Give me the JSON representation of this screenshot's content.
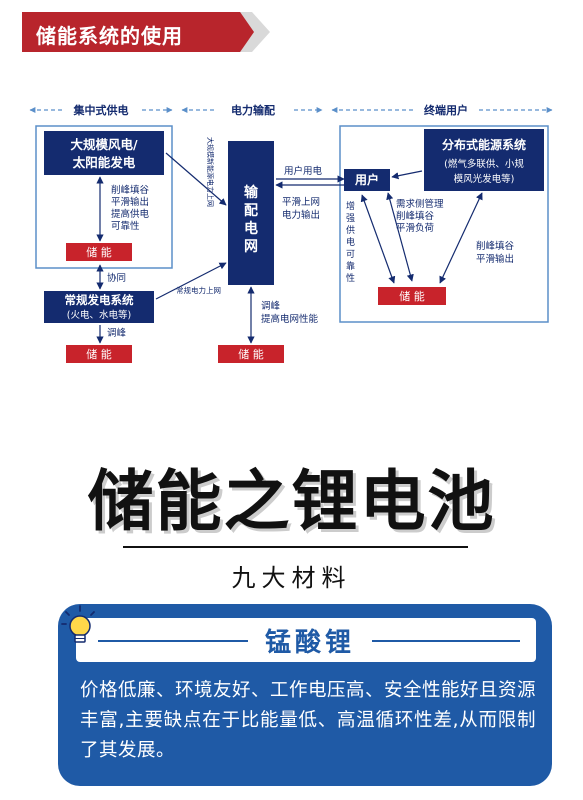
{
  "header": {
    "title": "储能系统的使用"
  },
  "diagram": {
    "sections": [
      "集中式供电",
      "电力输配",
      "终端用户"
    ],
    "nodes": {
      "large_scale": [
        "大规模风电/",
        "太阳能发电"
      ],
      "conventional": [
        "常规发电系统",
        "(火电、水电等)"
      ],
      "grid": [
        "输",
        "配",
        "电",
        "网"
      ],
      "user": "用户",
      "distributed": [
        "分布式能源系统",
        "(燃气多联供、小规",
        "模风光发电等)"
      ],
      "storage": "储 能"
    },
    "labels": {
      "large_benefit": [
        "削峰填谷",
        "平滑输出",
        "提高供电",
        "可靠性"
      ],
      "coordination": "协同",
      "peak_shaving": "调峰",
      "large_to_grid": [
        "大规模新能源电力上网"
      ],
      "conventional_to_grid": "常规电力上网",
      "grid_benefit": [
        "调峰",
        "提高电网性能"
      ],
      "user_power": "用户用电",
      "grid_upload": [
        "平滑上网",
        "电力输出"
      ],
      "demand_side": [
        "需求侧管理",
        "削峰填谷",
        "平滑负荷"
      ],
      "user_reliability": [
        "增",
        "强",
        "供",
        "电",
        "可",
        "靠",
        "性"
      ],
      "distributed_benefit": [
        "削峰填谷",
        "平滑输出"
      ]
    }
  },
  "title": "储能之锂电池",
  "subtitle": "九大材料",
  "card": {
    "title": "锰酸锂",
    "body": "价格低廉、环境友好、工作电压高、安全性能好且资源丰富,主要缺点在于比能量低、高温循环性差,从而限制了其发展。"
  },
  "colors": {
    "red": "#b8252c",
    "navy": "#142b6f",
    "blue": "#1f5aa6",
    "frame": "#5b8fc9"
  }
}
